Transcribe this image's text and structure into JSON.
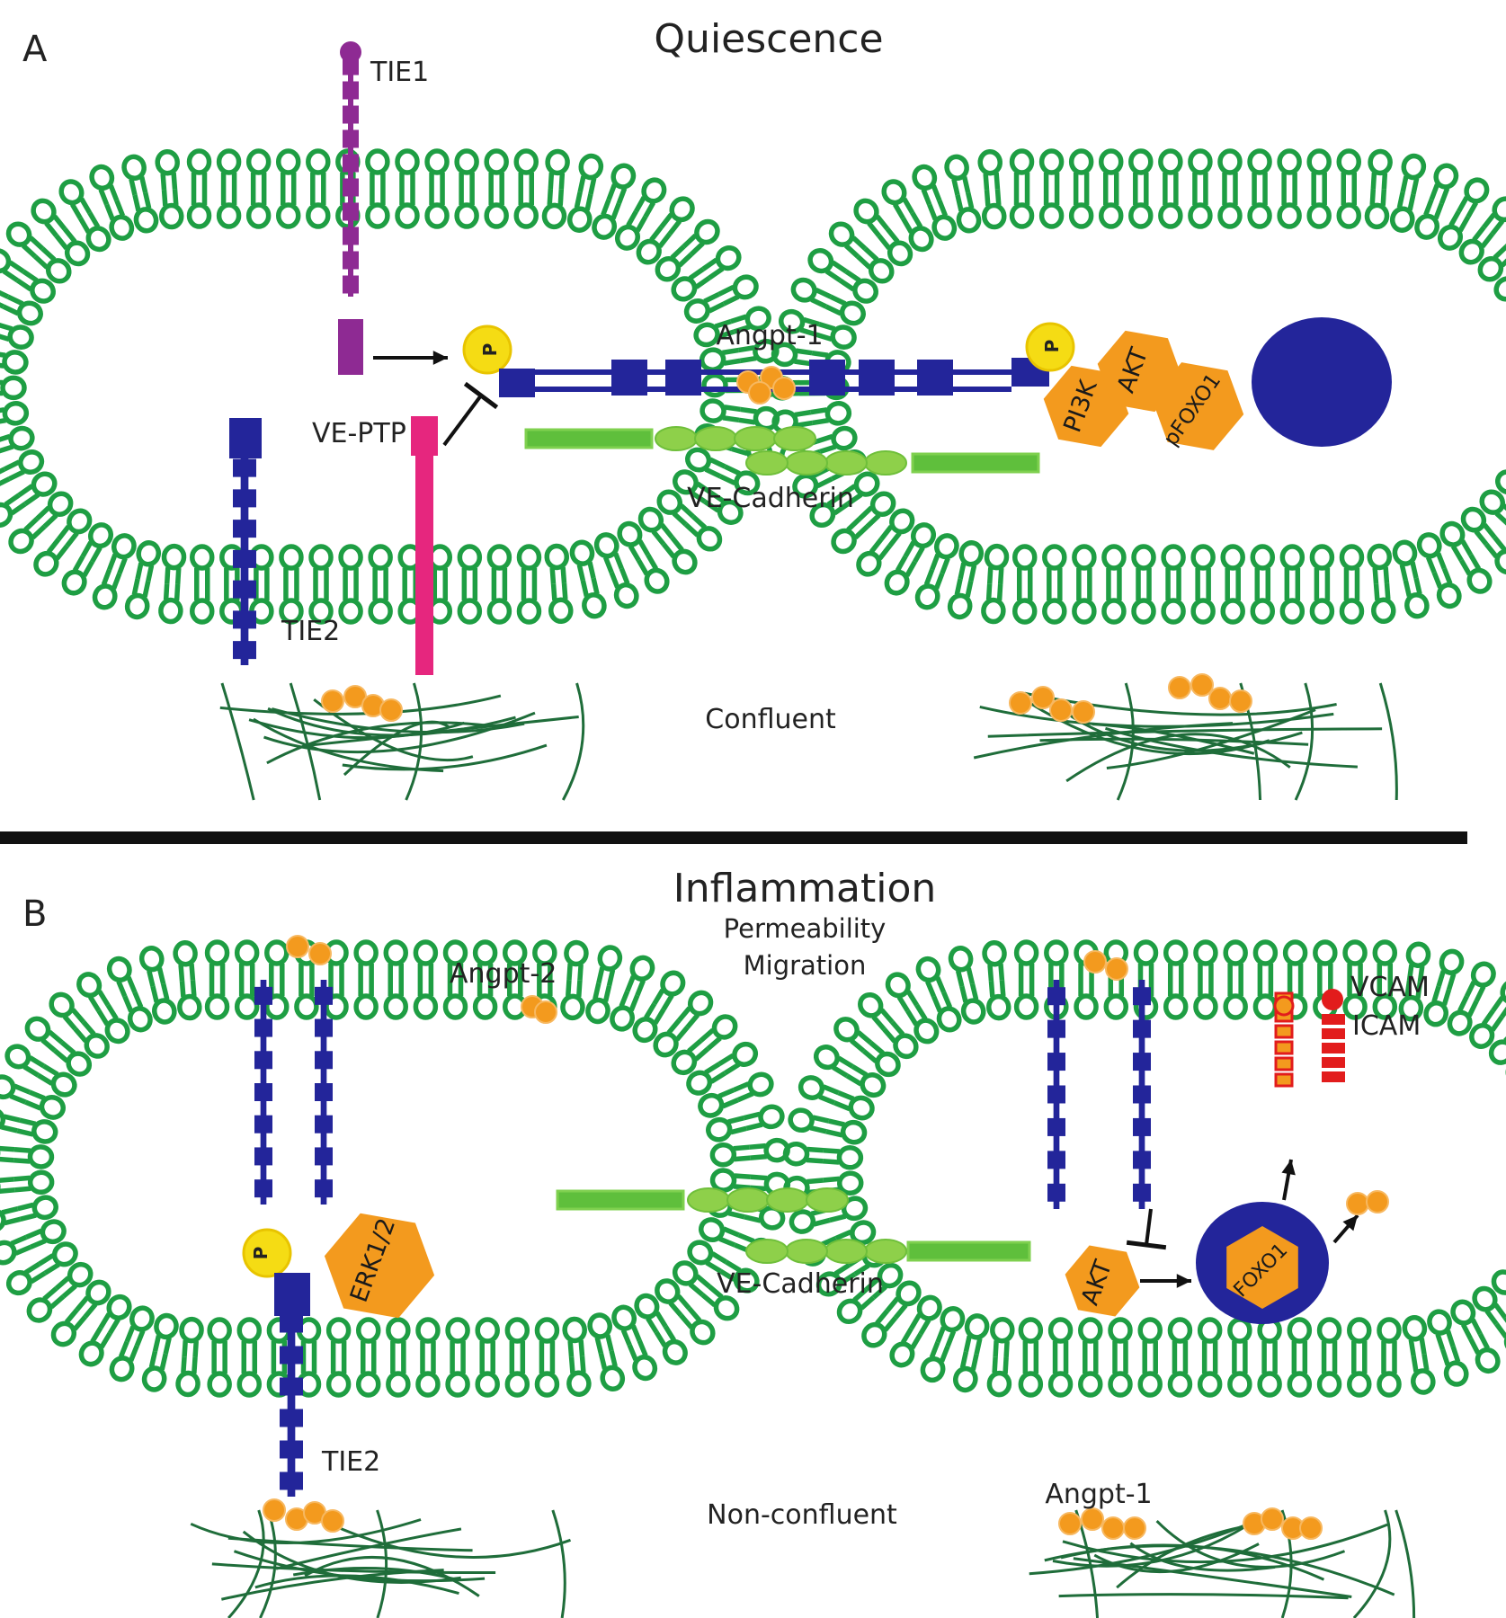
{
  "colors": {
    "membrane": "#1e9e43",
    "receptor": "#23259a",
    "tie1": "#8e2a93",
    "veptp": "#e6267e",
    "angiopoietin": "#f39a1e",
    "cadherin": "#8ed04a",
    "cadherin_rod": "#5fbf3c",
    "phospho": "#f5dc14",
    "adhesion": "#e21c1c",
    "matrix": "#1f6d3a",
    "divider": "#111111"
  },
  "panel_a": {
    "letter": "A",
    "title": "Quiescence",
    "tie1": "TIE1",
    "angpt1": "Angpt-1",
    "veptp": "VE-PTP",
    "phospho": "P",
    "pi3k": "PI3K",
    "akt": "AKT",
    "pfoxo1": "pFOXO1",
    "ve_cadherin": "VE-Cadherin",
    "tie2": "TIE2",
    "state": "Confluent"
  },
  "panel_b": {
    "letter": "B",
    "title": "Inflammation",
    "effect_1": "Permeability",
    "effect_2": "Migration",
    "angpt2": "Angpt-2",
    "vcam": "VCAM",
    "icam": "ICAM",
    "phospho": "P",
    "erk": "ERK1/2",
    "ve_cadherin": "VE-Cadherin",
    "akt": "AKT",
    "foxo1": "FOXO1",
    "tie2": "TIE2",
    "state": "Non-confluent",
    "angpt1": "Angpt-1"
  },
  "icons": [
    "membrane-icon",
    "receptor-icon",
    "ligand-icon",
    "arrow-icon",
    "inhibition-icon",
    "nucleus-icon",
    "matrix-fiber-icon"
  ]
}
